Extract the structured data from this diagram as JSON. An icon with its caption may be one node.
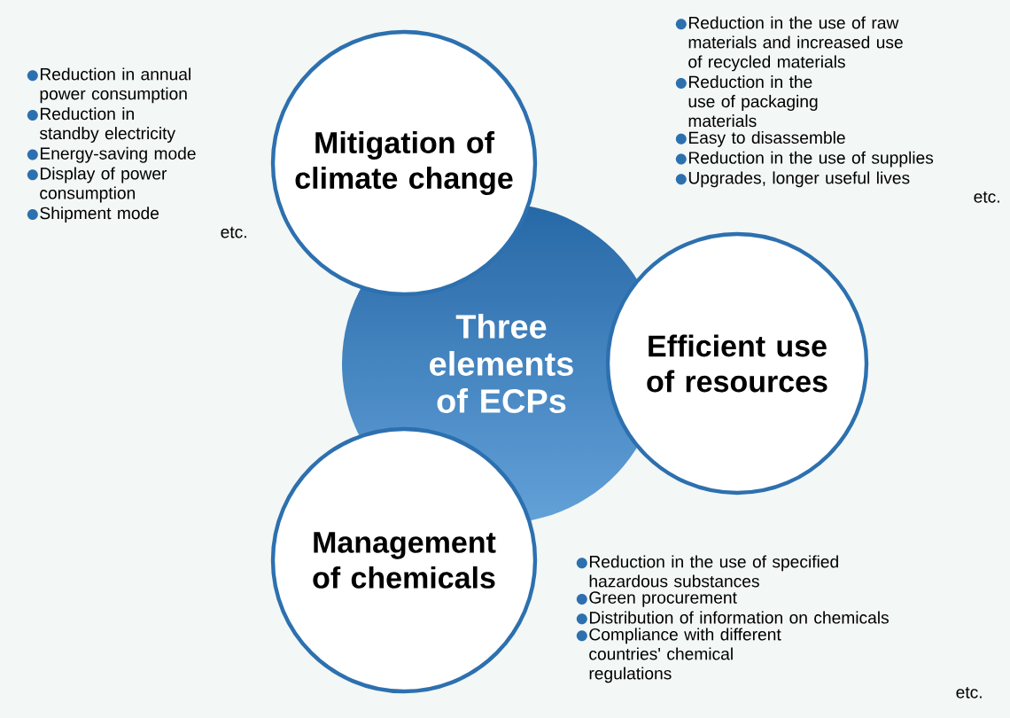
{
  "diagram": {
    "nodes": [
      {
        "text": [
          "Three elements of ECPs"
        ]
      },
      {
        "text": [
          "Mitigation of climate change"
        ],
        "beside": [
          "Reduction in annual power consumption",
          "Reduction in standby electricity",
          "Energy-saving mode",
          "Display of power consumption",
          "Shipment mode"
        ]
      },
      {
        "text": [
          "Efficient use of resources"
        ],
        "beside": [
          "Reduction in the use of raw materials and increased use of recycled materials",
          "Reduction in the use of packaging materials",
          "Easy to disassemble",
          "Reduction in the use of supplies",
          "Upgrades, longer useful lives"
        ]
      },
      {
        "text": [
          "Management of chemicals"
        ],
        "beside": [
          "Reduction in the use of specified hazardous substances",
          "Green procurement",
          "Distribution of information on chemicals",
          "Compliance with different countries' chemical regulations"
        ]
      }
    ],
    "labels": [
      "etc.",
      "etc.",
      "etc."
    ]
  }
}
